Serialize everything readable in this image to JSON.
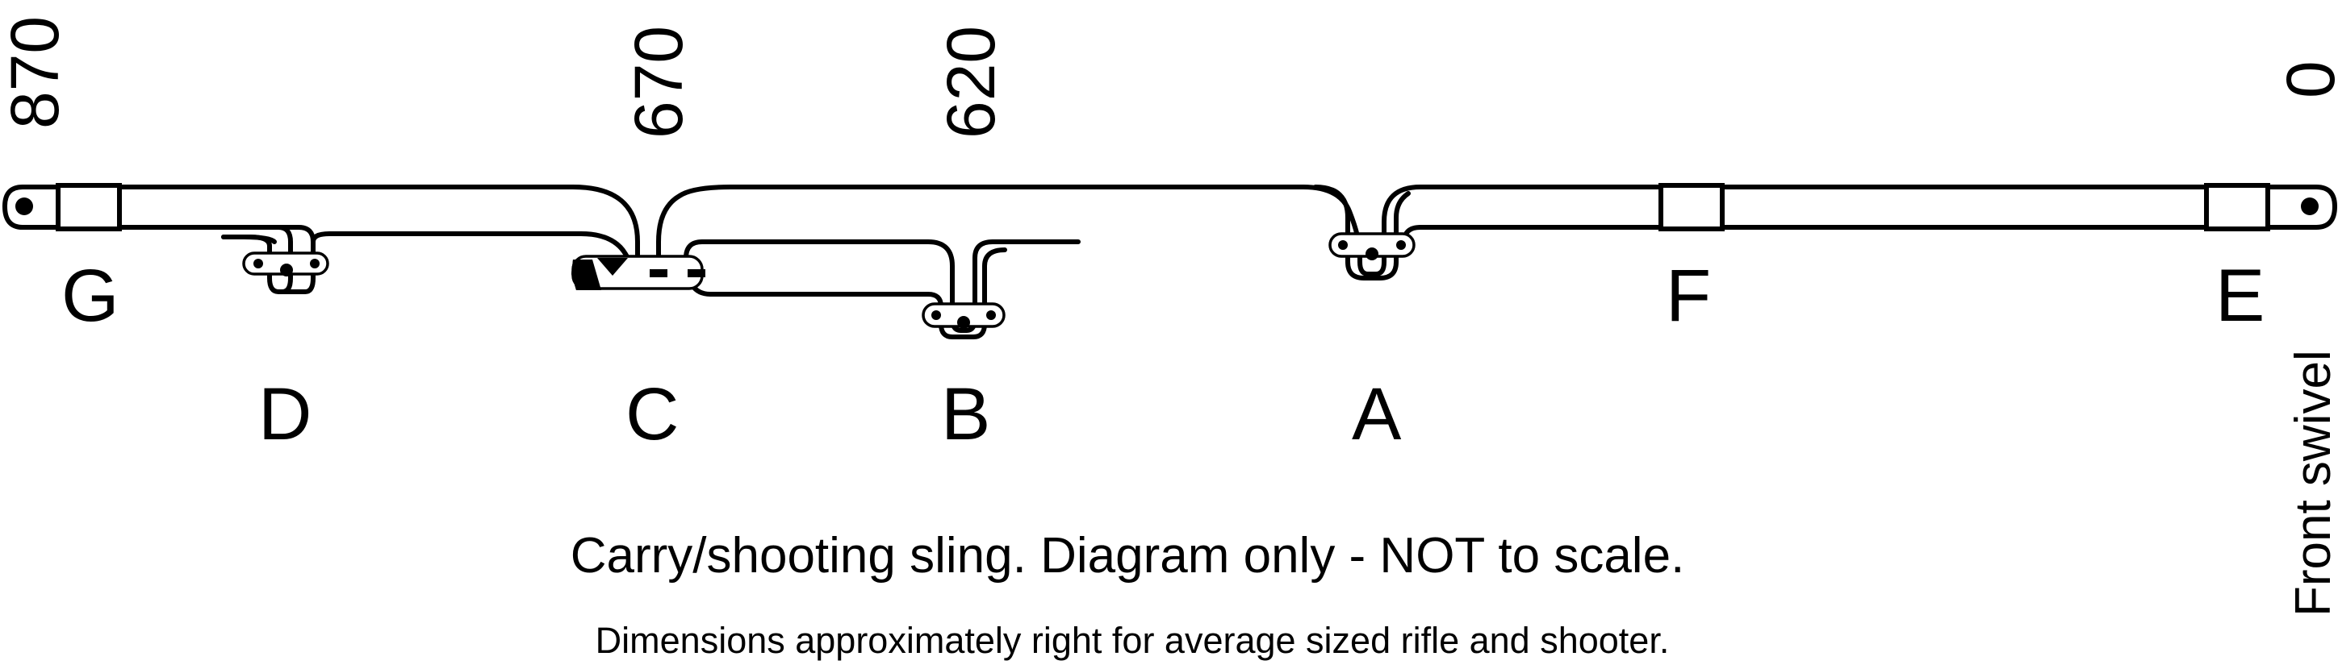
{
  "dimensions": {
    "g_end": "870",
    "c_pos": "670",
    "b_pos": "620",
    "e_end": "0"
  },
  "labels": {
    "g": "G",
    "d": "D",
    "c": "C",
    "b": "B",
    "a": "A",
    "f": "F",
    "e": "E"
  },
  "front_swivel": "Front swivel",
  "caption": "Carry/shooting sling. Diagram only - NOT to scale.",
  "note": "Dimensions approximately right for average sized rifle and shooter."
}
